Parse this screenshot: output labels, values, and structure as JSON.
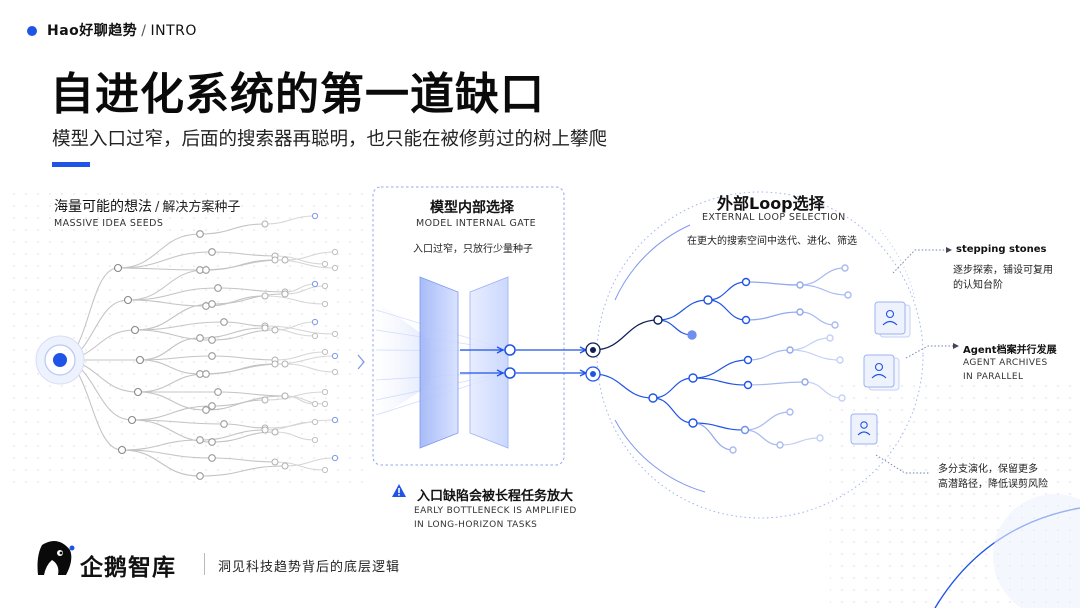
{
  "header": {
    "brand": "Hao好聊趋势",
    "separator": "/",
    "section": "INTRO"
  },
  "title": "自进化系统的第一道缺口",
  "subtitle": "模型入口过窄，后面的搜索器再聪明，也只能在被修剪过的树上攀爬",
  "left_panel": {
    "title_zh": "海量可能的想法",
    "title_sep": "/",
    "title_zh2": "解决方案种子",
    "title_en": "MASSIVE IDEA SEEDS"
  },
  "gate": {
    "title_zh": "模型内部选择",
    "title_en": "MODEL INTERNAL GATE",
    "note": "入口过窄，只放行少量种子"
  },
  "loop": {
    "title_zh": "外部Loop选择",
    "title_en": "EXTERNAL LOOP SELECTION",
    "note": "在更大的搜索空间中迭代、进化、筛选"
  },
  "annotations": {
    "stepping_title": "stepping stones",
    "stepping_line1": "逐步探索，铺设可复用",
    "stepping_line2": "的认知台阶",
    "archives_title": "Agent档案并行发展",
    "archives_en1": "AGENT ARCHIVES",
    "archives_en2": "IN PARALLEL",
    "branch_line1": "多分支演化，保留更多",
    "branch_line2": "高潜路径，降低误剪风险"
  },
  "warning": {
    "text": "入口缺陷会被长程任务放大",
    "en1": "EARLY BOTTLENECK IS AMPLIFIED",
    "en2": "IN LONG-HORIZON TASKS"
  },
  "footer": {
    "logo_text": "企鹅智库",
    "tagline": "洞见科技趋势背后的底层逻辑"
  },
  "colors": {
    "accent": "#1f54e6",
    "gate_fill": "#c8d6ff",
    "node_grey": "#9a9a9a"
  }
}
